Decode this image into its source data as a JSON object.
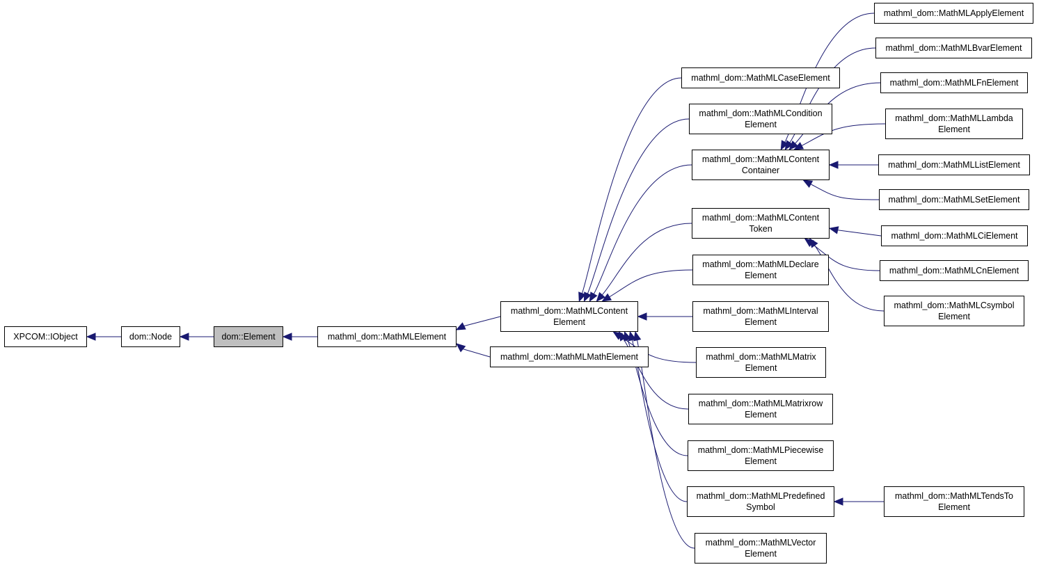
{
  "colors": {
    "edge": "#191970",
    "highlight": "#bfbfbf",
    "border": "#000000"
  },
  "nodes": {
    "iobject": {
      "lines": [
        "XPCOM::IObject"
      ]
    },
    "node": {
      "lines": [
        "dom::Node"
      ]
    },
    "element": {
      "lines": [
        "dom::Element"
      ],
      "highlighted": true
    },
    "mathml_element": {
      "lines": [
        "mathml_dom::MathMLElement"
      ]
    },
    "content_element": {
      "lines": [
        "mathml_dom::MathMLContent",
        "Element"
      ]
    },
    "math_element": {
      "lines": [
        "mathml_dom::MathMLMathElement"
      ]
    },
    "case_element": {
      "lines": [
        "mathml_dom::MathMLCaseElement"
      ]
    },
    "condition_element": {
      "lines": [
        "mathml_dom::MathMLCondition",
        "Element"
      ]
    },
    "content_container": {
      "lines": [
        "mathml_dom::MathMLContent",
        "Container"
      ]
    },
    "content_token": {
      "lines": [
        "mathml_dom::MathMLContent",
        "Token"
      ]
    },
    "declare_element": {
      "lines": [
        "mathml_dom::MathMLDeclare",
        "Element"
      ]
    },
    "interval_element": {
      "lines": [
        "mathml_dom::MathMLInterval",
        "Element"
      ]
    },
    "matrix_element": {
      "lines": [
        "mathml_dom::MathMLMatrix",
        "Element"
      ]
    },
    "matrixrow_element": {
      "lines": [
        "mathml_dom::MathMLMatrixrow",
        "Element"
      ]
    },
    "piecewise_element": {
      "lines": [
        "mathml_dom::MathMLPiecewise",
        "Element"
      ]
    },
    "predefined_symbol": {
      "lines": [
        "mathml_dom::MathMLPredefined",
        "Symbol"
      ]
    },
    "vector_element": {
      "lines": [
        "mathml_dom::MathMLVector",
        "Element"
      ]
    },
    "apply_element": {
      "lines": [
        "mathml_dom::MathMLApplyElement"
      ]
    },
    "bvar_element": {
      "lines": [
        "mathml_dom::MathMLBvarElement"
      ]
    },
    "fn_element": {
      "lines": [
        "mathml_dom::MathMLFnElement"
      ]
    },
    "lambda_element": {
      "lines": [
        "mathml_dom::MathMLLambda",
        "Element"
      ]
    },
    "list_element": {
      "lines": [
        "mathml_dom::MathMLListElement"
      ]
    },
    "set_element": {
      "lines": [
        "mathml_dom::MathMLSetElement"
      ]
    },
    "ci_element": {
      "lines": [
        "mathml_dom::MathMLCiElement"
      ]
    },
    "cn_element": {
      "lines": [
        "mathml_dom::MathMLCnElement"
      ]
    },
    "csymbol_element": {
      "lines": [
        "mathml_dom::MathMLCsymbol",
        "Element"
      ]
    },
    "tendsto_element": {
      "lines": [
        "mathml_dom::MathMLTendsTo",
        "Element"
      ]
    }
  },
  "edges": [
    {
      "child": "node",
      "parent": "iobject"
    },
    {
      "child": "element",
      "parent": "node"
    },
    {
      "child": "mathml_element",
      "parent": "element"
    },
    {
      "child": "content_element",
      "parent": "mathml_element"
    },
    {
      "child": "math_element",
      "parent": "mathml_element"
    },
    {
      "child": "case_element",
      "parent": "content_element"
    },
    {
      "child": "condition_element",
      "parent": "content_element"
    },
    {
      "child": "content_container",
      "parent": "content_element"
    },
    {
      "child": "content_token",
      "parent": "content_element"
    },
    {
      "child": "declare_element",
      "parent": "content_element"
    },
    {
      "child": "interval_element",
      "parent": "content_element"
    },
    {
      "child": "matrix_element",
      "parent": "content_element"
    },
    {
      "child": "matrixrow_element",
      "parent": "content_element"
    },
    {
      "child": "piecewise_element",
      "parent": "content_element"
    },
    {
      "child": "predefined_symbol",
      "parent": "content_element"
    },
    {
      "child": "vector_element",
      "parent": "content_element"
    },
    {
      "child": "apply_element",
      "parent": "content_container"
    },
    {
      "child": "bvar_element",
      "parent": "content_container"
    },
    {
      "child": "fn_element",
      "parent": "content_container"
    },
    {
      "child": "lambda_element",
      "parent": "content_container"
    },
    {
      "child": "list_element",
      "parent": "content_container"
    },
    {
      "child": "set_element",
      "parent": "content_container"
    },
    {
      "child": "ci_element",
      "parent": "content_token"
    },
    {
      "child": "cn_element",
      "parent": "content_token"
    },
    {
      "child": "csymbol_element",
      "parent": "content_token"
    },
    {
      "child": "tendsto_element",
      "parent": "predefined_symbol"
    }
  ]
}
